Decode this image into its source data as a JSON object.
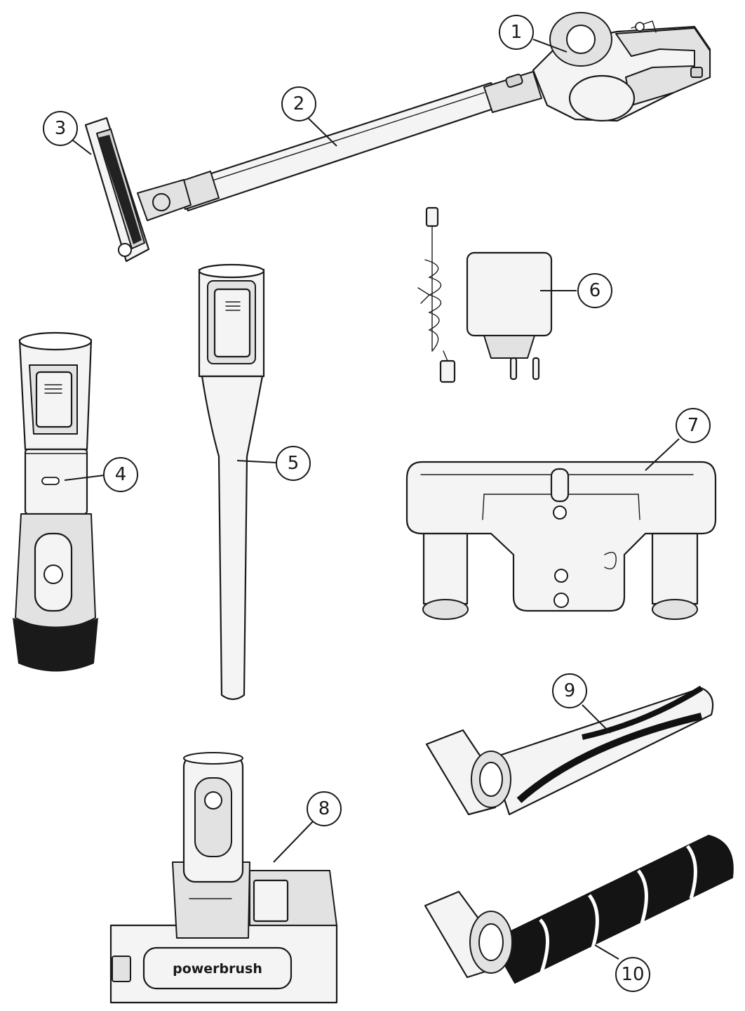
{
  "parts": [
    {
      "id": "vacuum-main-unit",
      "label": "1"
    },
    {
      "id": "extension-tube",
      "label": "2"
    },
    {
      "id": "floor-head",
      "label": "3"
    },
    {
      "id": "dusting-brush",
      "label": "4"
    },
    {
      "id": "crevice-tool",
      "label": "5"
    },
    {
      "id": "charger",
      "label": "6"
    },
    {
      "id": "wall-mount",
      "label": "7"
    },
    {
      "id": "mini-power-brush",
      "label": "8"
    },
    {
      "id": "bristle-roller",
      "label": "9"
    },
    {
      "id": "soft-roller",
      "label": "10"
    }
  ],
  "brush_brand_text": "powerbrush"
}
